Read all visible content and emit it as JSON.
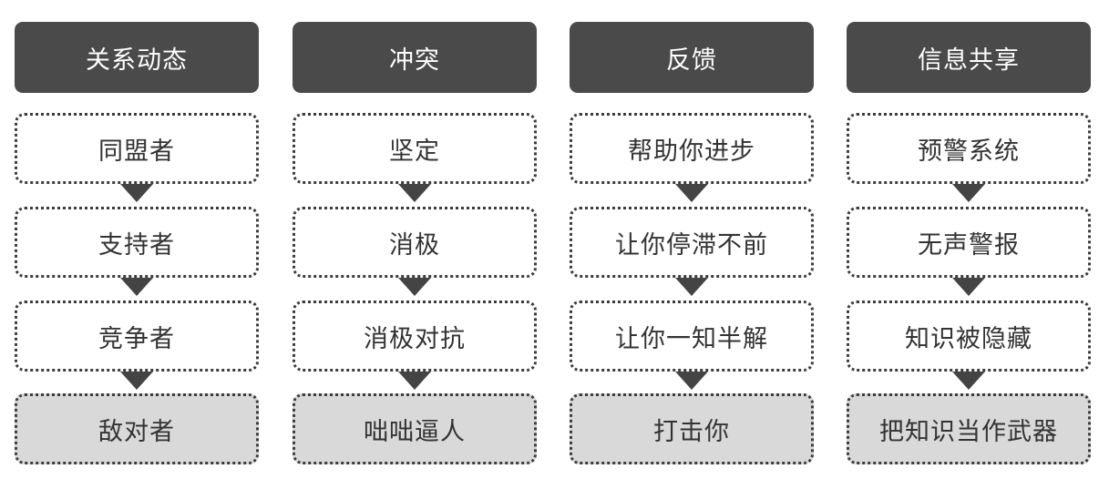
{
  "columns": [
    {
      "header": "关系动态",
      "items": [
        "同盟者",
        "支持者",
        "竞争者",
        "敌对者"
      ]
    },
    {
      "header": "冲突",
      "items": [
        "坚定",
        "消极",
        "消极对抗",
        "咄咄逼人"
      ]
    },
    {
      "header": "反馈",
      "items": [
        "帮助你进步",
        "让你停滞不前",
        "让你一知半解",
        "打击你"
      ]
    },
    {
      "header": "信息共享",
      "items": [
        "预警系统",
        "无声警报",
        "知识被隐藏",
        "把知识当作武器"
      ]
    }
  ],
  "colors": {
    "header_bg": "#4a4a4a",
    "header_text": "#ffffff",
    "item_bg": "#ffffff",
    "final_item_bg": "#d9d9d9",
    "arrow": "#444444",
    "border": "#3c3c3c"
  }
}
